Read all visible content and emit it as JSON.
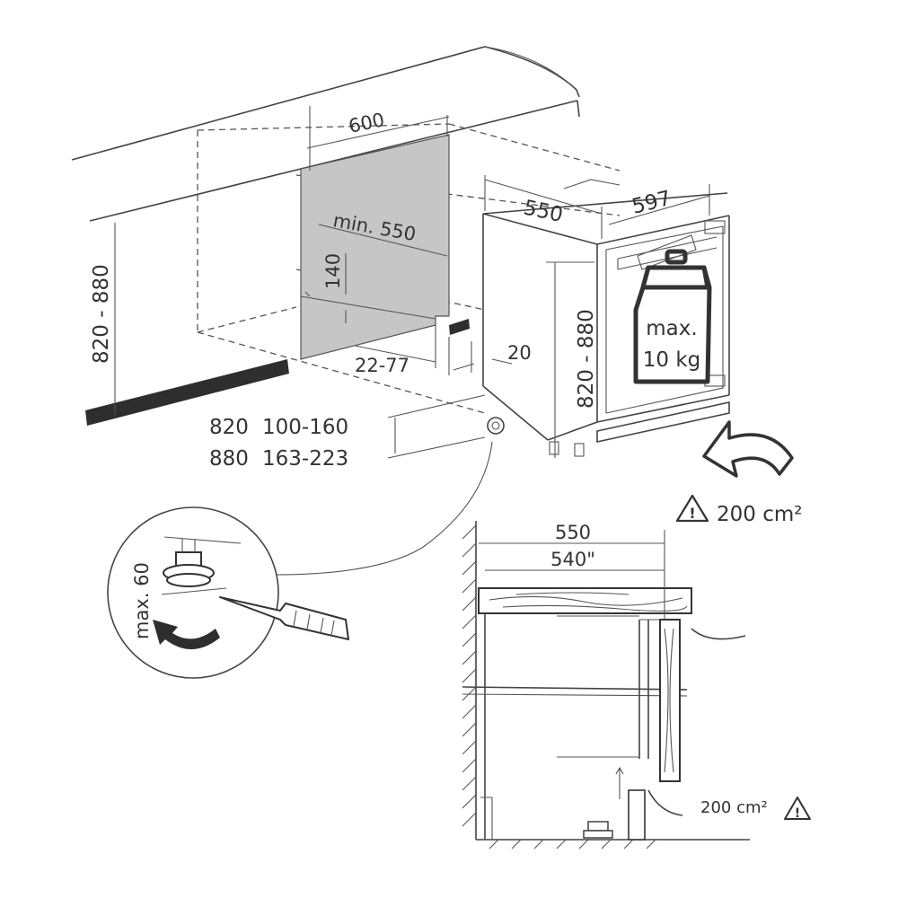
{
  "dimensions": {
    "niche_width": "600",
    "appliance_width": "597",
    "appliance_depth": "550",
    "min_depth": "min. 550",
    "height_140": "140",
    "plinth_range": "22-77",
    "gap_20": "20",
    "niche_height": "820 - 880",
    "appliance_height": "820 - 880"
  },
  "plinth_table": {
    "row1_height": "820",
    "row1_range": "100-160",
    "row2_height": "880",
    "row2_range": "163-223"
  },
  "weight_label": {
    "line1": "max.",
    "line2": "10 kg"
  },
  "ventilation": {
    "top_label": "200 cm²",
    "bottom_label": "200 cm²"
  },
  "detail": {
    "max_label": "max. 60"
  },
  "section": {
    "dim_550": "550",
    "dim_540": "540\""
  },
  "colors": {
    "shade": "#c6c6c6",
    "line": "#444444",
    "dark": "#2e2e2e"
  }
}
